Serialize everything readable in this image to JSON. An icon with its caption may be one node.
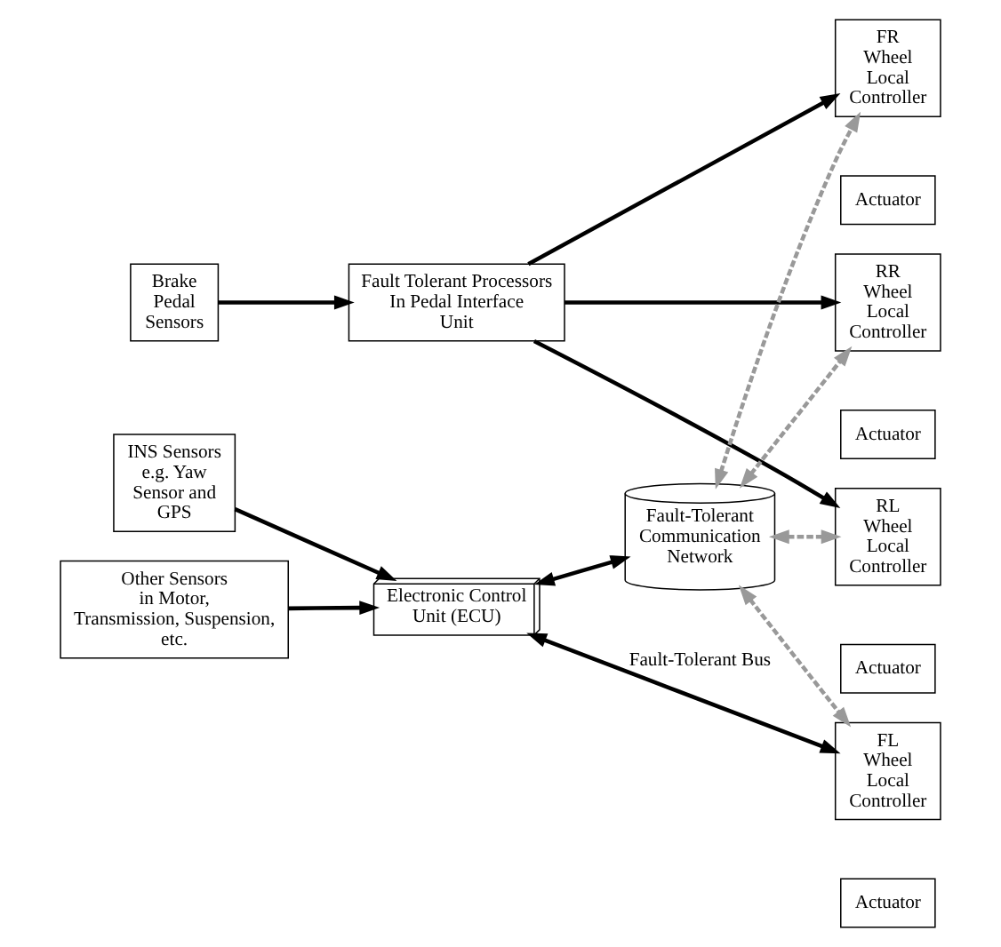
{
  "diagram": {
    "nodes": [
      {
        "text": [
          "Brake Pedal Sensors"
        ]
      },
      {
        "text": [
          "Fault Tolerant Processors In Pedal Interface Unit"
        ]
      },
      {
        "text": [
          "FR Wheel Local Controller"
        ]
      },
      {
        "text": [
          "Actuator"
        ]
      },
      {
        "text": [
          "FL Wheel Local Controller"
        ]
      },
      {
        "text": [
          "Actuator"
        ]
      },
      {
        "text": [
          "Electronic Control Unit (ECU)"
        ]
      },
      {
        "text": [
          "Fault-Tolerant Communication Network"
        ]
      },
      {
        "text": [
          "RR Wheel Local Controller"
        ]
      },
      {
        "text": [
          "Actuator"
        ]
      },
      {
        "text": [
          "RL Wheel Local Controller"
        ]
      },
      {
        "text": [
          "Actuator"
        ]
      },
      {
        "text": [
          "Other Sensors in Motor, Transmission, Suspension, etc."
        ]
      },
      {
        "text": [
          "INS Sensors e.g. Yaw Sensor and GPS"
        ]
      }
    ],
    "edges": [
      {
        "from": 0,
        "to": 1,
        "arrow": "to"
      },
      {
        "from": 1,
        "to": 2,
        "arrow": "to"
      },
      {
        "from": 1,
        "to": 8,
        "arrow": "to"
      },
      {
        "from": 1,
        "to": 10,
        "arrow": "to"
      },
      {
        "from": 6,
        "to": 4,
        "arrow": "both",
        "label": "Fault-Tolerant Bus"
      },
      {
        "from": 6,
        "to": 7,
        "arrow": "both"
      },
      {
        "from": 7,
        "to": 2,
        "arrow": "both",
        "style": "dashed",
        "color": "#999999"
      },
      {
        "from": 7,
        "to": 4,
        "arrow": "both",
        "style": "dashed",
        "color": "#999999"
      },
      {
        "from": 7,
        "to": 8,
        "arrow": "both",
        "style": "dashed",
        "color": "#999999"
      },
      {
        "from": 7,
        "to": 10,
        "arrow": "both",
        "style": "dashed",
        "color": "#999999"
      },
      {
        "from": 12,
        "to": 6,
        "arrow": "to"
      },
      {
        "from": 13,
        "to": 6,
        "arrow": "to"
      }
    ]
  }
}
